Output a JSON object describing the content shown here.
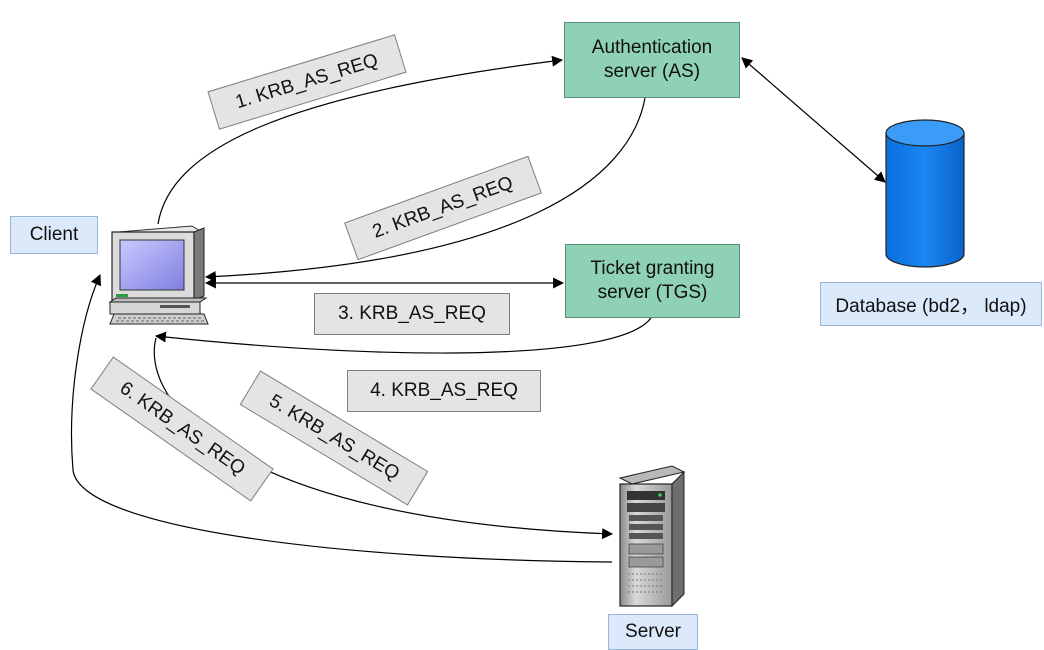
{
  "nodes": {
    "auth_server": {
      "line1": "Authentication",
      "line2": "server (AS)"
    },
    "tgs": {
      "line1": "Ticket granting",
      "line2": "server (TGS)"
    },
    "client_label": "Client",
    "database_label": "Database (bd2， ldap)",
    "server_label": "Server"
  },
  "messages": [
    {
      "text": "1. KRB_AS_REQ"
    },
    {
      "text": "2. KRB_AS_REQ"
    },
    {
      "text": "3. KRB_AS_REQ"
    },
    {
      "text": "4. KRB_AS_REQ"
    },
    {
      "text": "5. KRB_AS_REQ"
    },
    {
      "text": "6. KRB_AS_REQ"
    }
  ],
  "colors": {
    "server_box": "#8ED1B4",
    "label_box": "#dbe9fa",
    "message_box": "#e4e4e4",
    "database": "#0a74e6"
  }
}
